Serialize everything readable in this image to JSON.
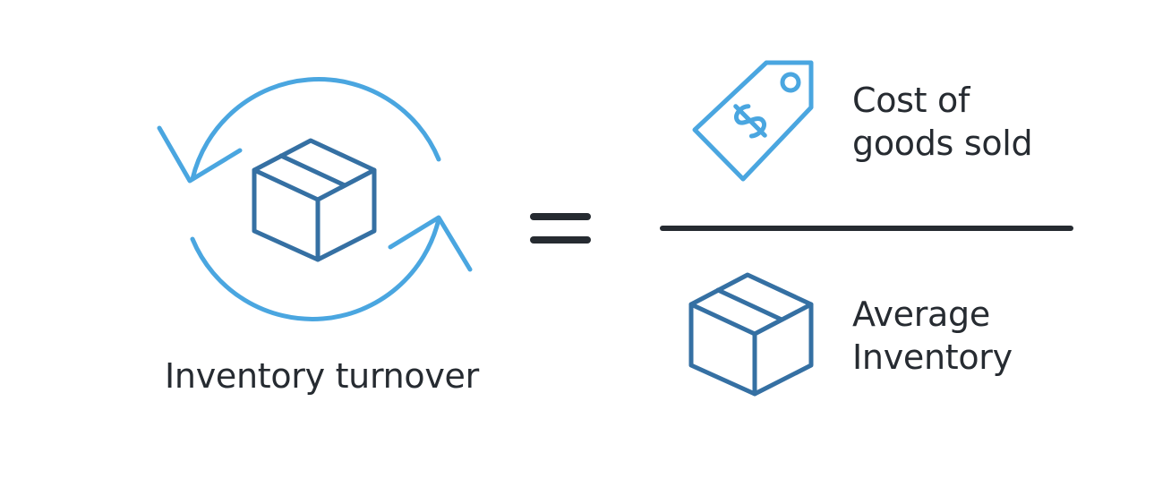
{
  "diagram": {
    "left": {
      "caption": "Inventory turnover",
      "icons": [
        "cycle-arrows-icon",
        "box-icon"
      ]
    },
    "equals_icon": "equals-icon",
    "numerator": {
      "icon": "price-tag-icon",
      "line1": "Cost of",
      "line2": "goods sold"
    },
    "denominator": {
      "icon": "box-icon",
      "line1": "Average",
      "line2": "Inventory"
    },
    "colors": {
      "light_blue": "#4aa6e0",
      "dark_blue": "#3570a3",
      "text": "#262b31"
    }
  }
}
